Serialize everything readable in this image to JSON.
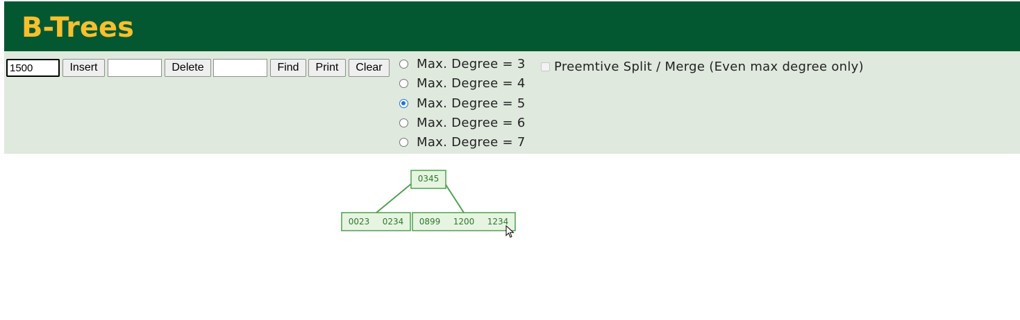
{
  "header": {
    "title": "B-Trees"
  },
  "controls": {
    "insert_value": "1500",
    "insert_label": "Insert",
    "delete_value": "",
    "delete_label": "Delete",
    "find_value": "",
    "find_label": "Find",
    "print_label": "Print",
    "clear_label": "Clear",
    "degree_options": [
      {
        "label": "Max. Degree = 3",
        "selected": false
      },
      {
        "label": "Max. Degree = 4",
        "selected": false
      },
      {
        "label": "Max. Degree = 5",
        "selected": true
      },
      {
        "label": "Max. Degree = 6",
        "selected": false
      },
      {
        "label": "Max. Degree = 7",
        "selected": false
      }
    ],
    "preemptive_label": "Preemtive Split / Merge (Even max degree only)",
    "preemptive_checked": false,
    "preemptive_enabled": false
  },
  "tree": {
    "root": {
      "keys": [
        "0345"
      ]
    },
    "children": [
      {
        "keys": [
          "0023",
          "0234"
        ]
      },
      {
        "keys": [
          "0899",
          "1200",
          "1234"
        ]
      }
    ]
  },
  "colors": {
    "header_bg": "#035832",
    "title": "#f7bf2e",
    "controls_bg": "#dfe9dd",
    "node_stroke": "#4ea04e",
    "node_fill": "#e7f4e1",
    "node_text": "#2a7a2a"
  }
}
